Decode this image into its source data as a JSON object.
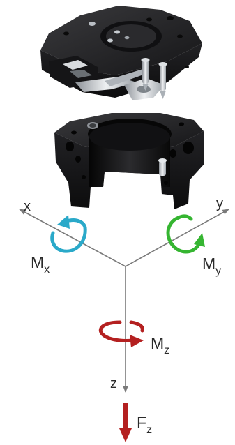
{
  "axes": {
    "x": "x",
    "y": "y",
    "z": "z"
  },
  "moments": {
    "mx": {
      "base": "M",
      "sub": "x",
      "color": "#2aa9c9"
    },
    "my": {
      "base": "M",
      "sub": "y",
      "color": "#35b531"
    },
    "mz": {
      "base": "M",
      "sub": "z",
      "color": "#b42020"
    }
  },
  "force": {
    "base": "F",
    "sub": "z",
    "color": "#b42020"
  },
  "colors": {
    "body": "#1c1c1e",
    "body_top": "#2a2a2c",
    "metal": "#c9cdd2",
    "axis": "#7a7a7a"
  }
}
